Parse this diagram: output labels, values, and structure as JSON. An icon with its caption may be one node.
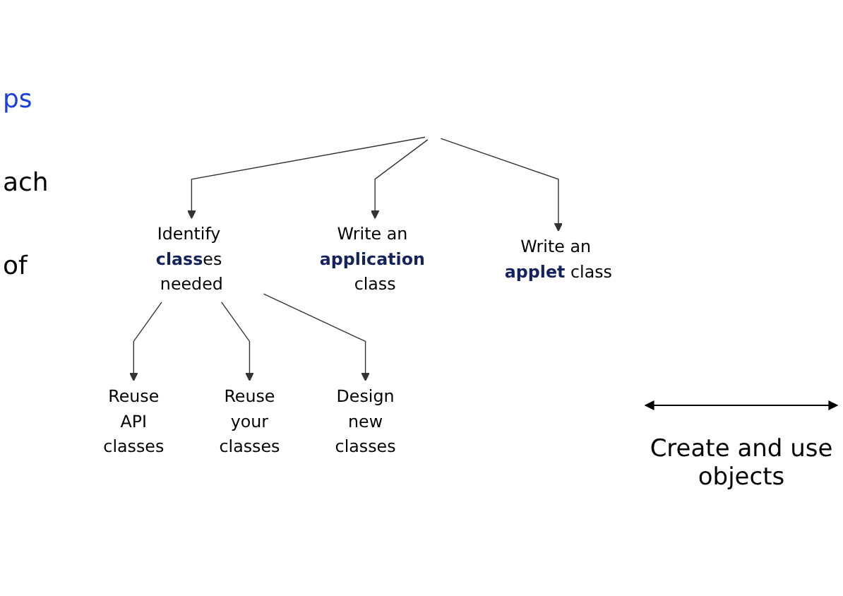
{
  "diagram": {
    "nodes": [
      {
        "text": [
          "Identify **class**es needed"
        ]
      },
      {
        "text": [
          "Write an **application** class"
        ]
      },
      {
        "text": [
          "Write an **applet** class"
        ]
      },
      {
        "text": [
          "Reuse API classes"
        ]
      },
      {
        "text": [
          "Reuse your classes"
        ]
      },
      {
        "text": [
          "Design new classes"
        ]
      }
    ],
    "edges": [
      {
        "from": null,
        "to": 0,
        "arrow": "to"
      },
      {
        "from": null,
        "to": 1,
        "arrow": "to"
      },
      {
        "from": null,
        "to": 2,
        "arrow": "to"
      },
      {
        "from": 0,
        "to": 3,
        "arrow": "to"
      },
      {
        "from": 0,
        "to": 4,
        "arrow": "to"
      },
      {
        "from": 0,
        "to": 5,
        "arrow": "to"
      }
    ],
    "labels": [
      "ps",
      "ach",
      "of",
      "Create and use objects"
    ]
  }
}
